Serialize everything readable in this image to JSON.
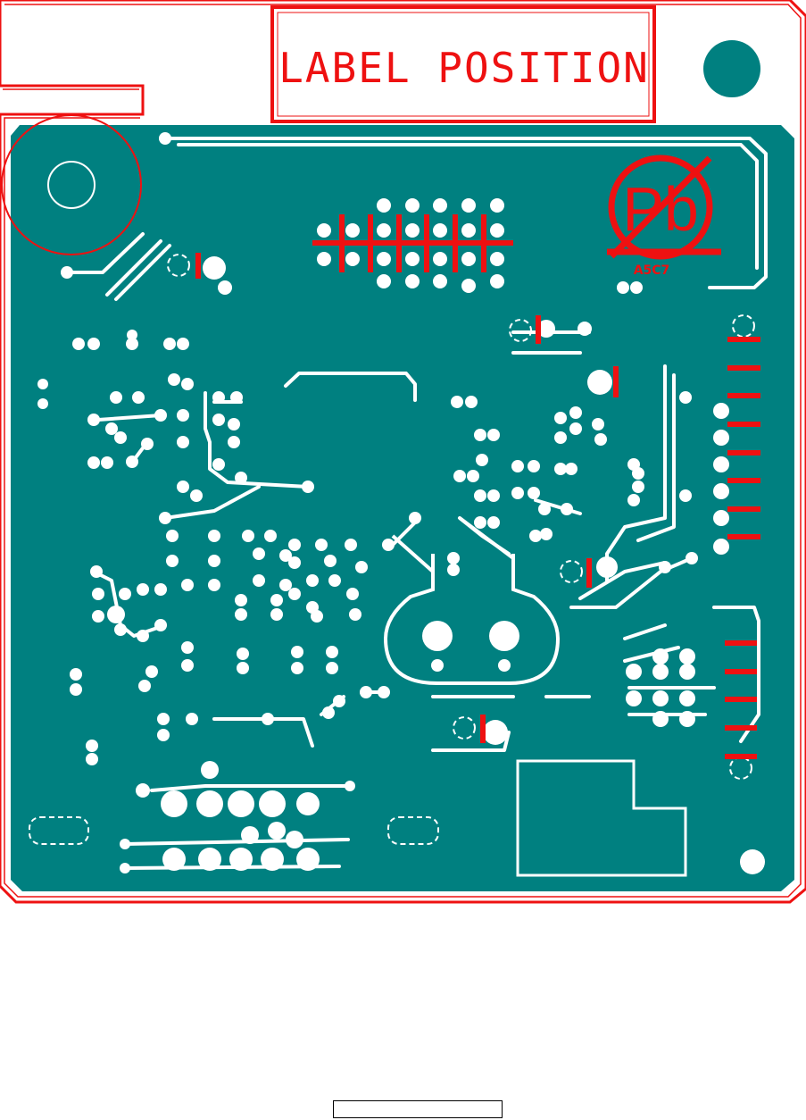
{
  "board": {
    "label_area_text": "LABEL POSITION",
    "part_code": "A5C7",
    "leadfree_mark_text": "Pb",
    "page_number_box": ""
  },
  "colors": {
    "copper": "#008080",
    "trace": "#ffffff",
    "outline_red": "#ee1111",
    "background": "#ffffff"
  },
  "icons": {
    "leadfree": "crossed-pb-circle-icon",
    "mounting_hole": "mounting-hole-icon",
    "fiducial": "fiducial-dot-icon"
  }
}
